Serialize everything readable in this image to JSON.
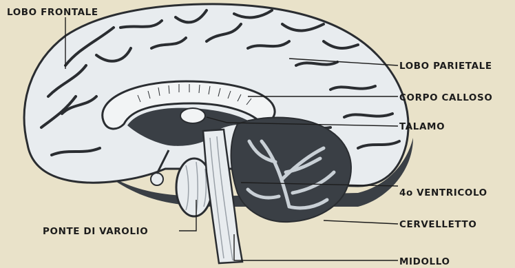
{
  "diagram": {
    "labels": {
      "lobo_frontale": "LOBO FRONTALE",
      "lobo_parietale": "LOBO PARIETALE",
      "corpo_calloso": "CORPO CALLOSO",
      "talamo": "TALAMO",
      "quarto_ventricolo": "4o VENTRICOLO",
      "cervelletto": "CERVELLETTO",
      "ponte_di_varolio": "PONTE DI VAROLIO",
      "midollo": "MIDOLLO"
    },
    "colors": {
      "paper": "#e9e2c9",
      "cortex": "#e8ecef",
      "sulcus": "#2a2d31",
      "dark_region": "#3a3f45",
      "cerebellum_white": "#c9d0d6",
      "ink": "#1c1c1c"
    }
  }
}
